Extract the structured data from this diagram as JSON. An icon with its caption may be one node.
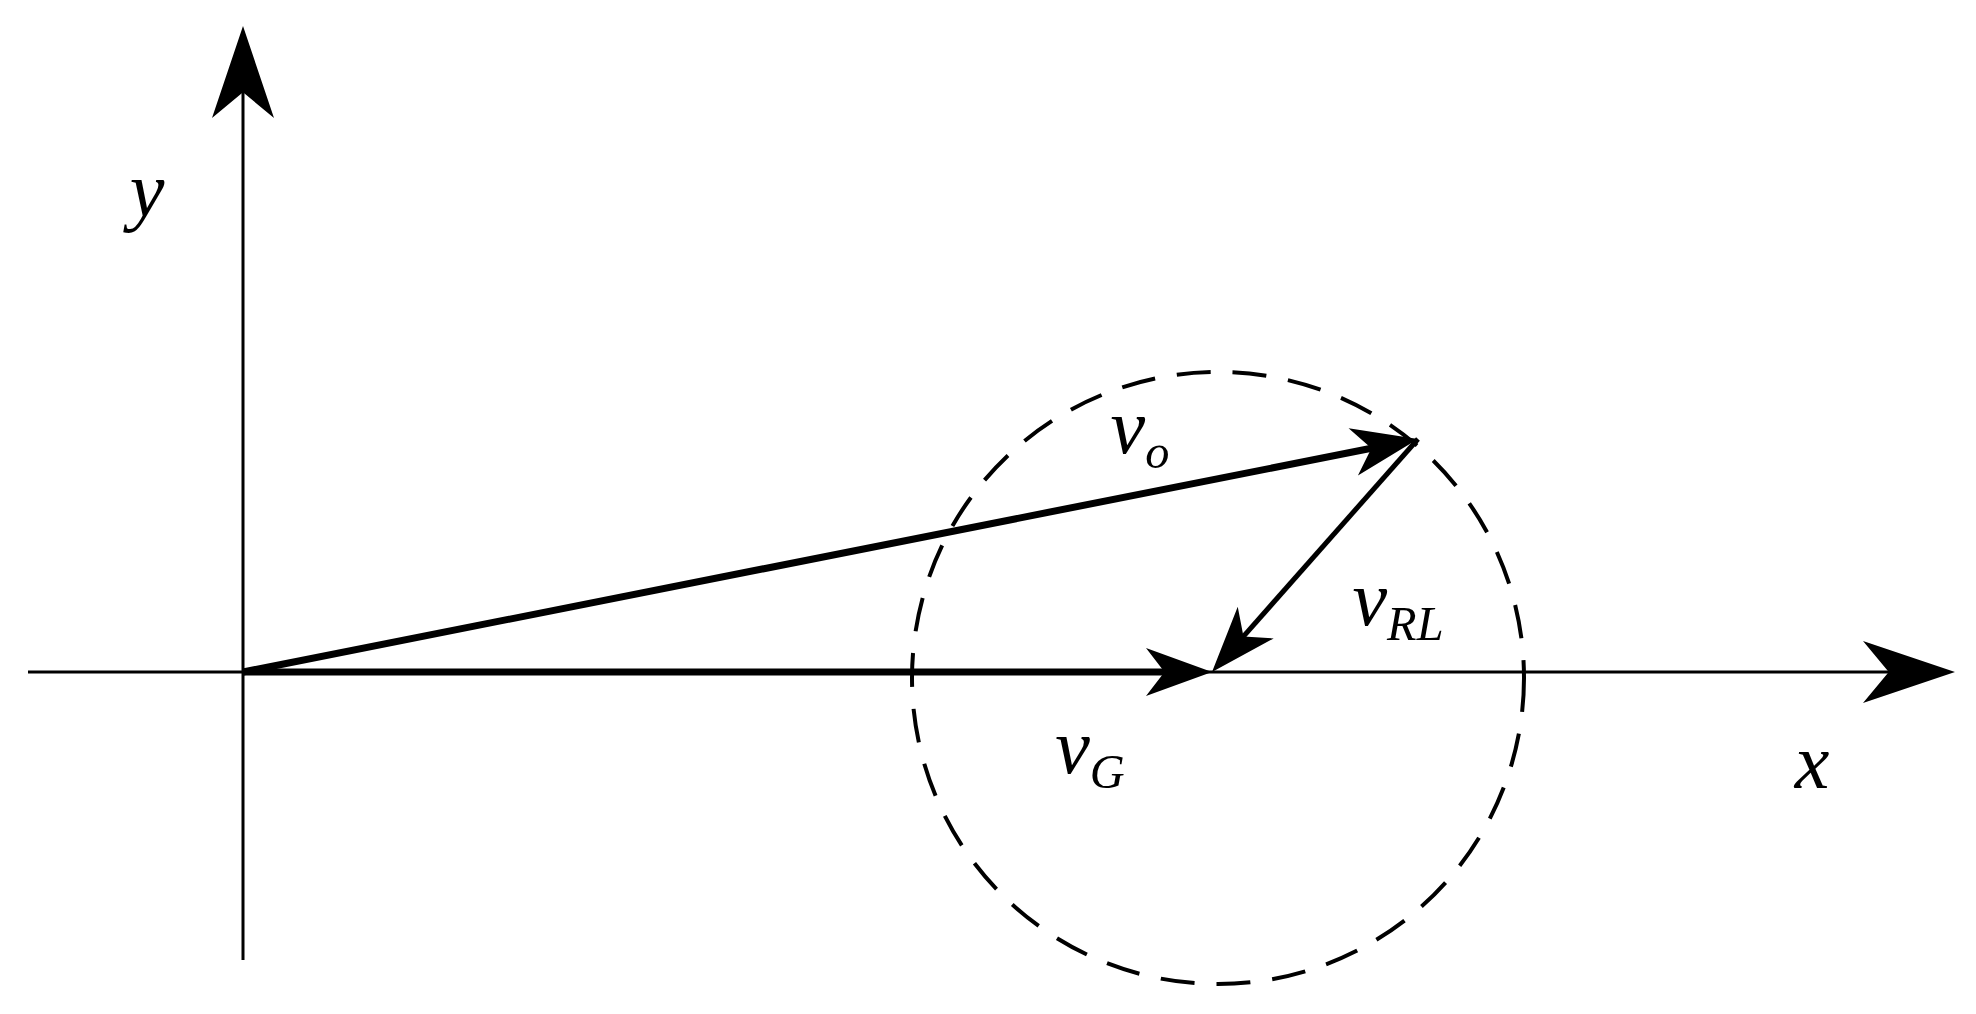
{
  "diagram": {
    "labels": [
      "y",
      "v$_{o}$",
      "v$_{RL}$",
      "v$_{G}$",
      "x"
    ]
  }
}
